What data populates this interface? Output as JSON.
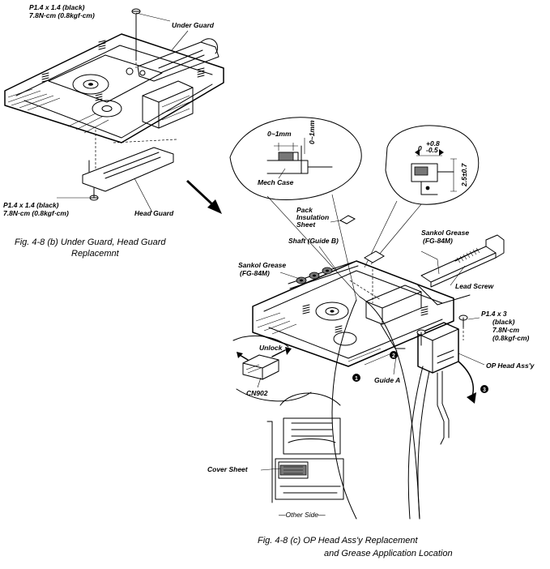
{
  "fig_b": {
    "screw_top": {
      "line1": "P1.4  x 1.4 (black)",
      "line2": "7.8N·cm  (0.8kgf·cm)"
    },
    "under_guard": "Under Guard",
    "screw_bottom": {
      "line1": "P1.4  x 1.4 (black)",
      "line2": "7.8N·cm  (0.8kgf·cm)"
    },
    "head_guard": "Head Guard",
    "caption": {
      "line1": "Fig. 4-8 (b)   Under Guard, Head Guard",
      "line2": "Replacemnt"
    }
  },
  "fig_c": {
    "dim_gap": "0~1mm",
    "dim_gap_v": "0~1mm",
    "mech_case": "Mech Case",
    "tol_plus": "+0.8",
    "tol_minus": "-0.5",
    "tol_zero": "0",
    "dim_height": "2.5±0.7",
    "pack_insulation": {
      "line1": "Pack",
      "line2": "Insulation",
      "line3": "Sheet"
    },
    "shaft": "Shaft (Guide B)",
    "grease_left": {
      "line1": "Sankol Grease",
      "line2": "(FG-84M)"
    },
    "grease_right": {
      "line1": "Sankol Grease",
      "line2": "(FG-84M)"
    },
    "lead_screw": "Lead Screw",
    "screw_spec": {
      "line1": "P1.4 x 3",
      "line2": "(black)",
      "line3": "7.8N·cm",
      "line4": "(0.8kgf·cm)"
    },
    "op_head": "OP Head Ass'y",
    "unlock": "Unlock",
    "guide_a": "Guide A",
    "cn902": "CN902",
    "cover_sheet": "Cover Sheet",
    "other_side": "—Other Side—",
    "step1": "1",
    "step2": "2",
    "step3": "3",
    "caption": {
      "line1": "Fig. 4-8 (c)   OP Head Ass'y Replacement",
      "line2": "and Grease Application Location"
    }
  }
}
